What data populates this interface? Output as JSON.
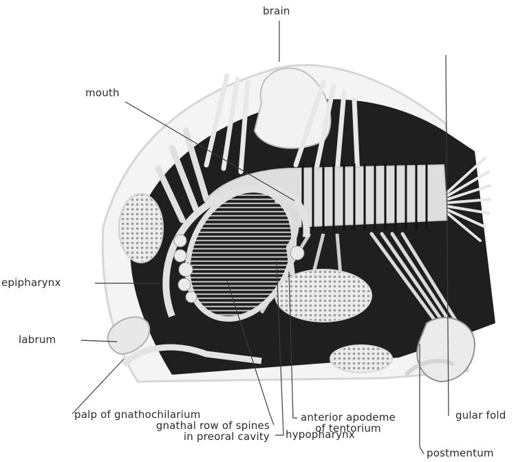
{
  "labels": {
    "brain": "brain",
    "mouth": "mouth",
    "epipharynx": "epipharynx",
    "labrum": "labrum",
    "palp": "palp of gnathochilarium",
    "gnathal_row": [
      "gnathal row of spines",
      "in preoral cavity"
    ],
    "hypopharynx": "hypopharynx",
    "anterior_apodeme": [
      "anterior apodeme",
      "of tentorium"
    ],
    "gular_fold": "gular fold",
    "postmentum": "postmentum"
  }
}
